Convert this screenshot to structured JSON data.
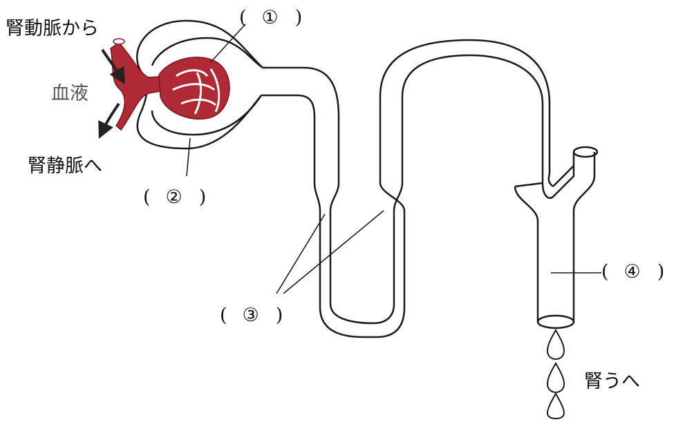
{
  "labels": {
    "renal_artery": "腎動脈から",
    "blood": "血液",
    "renal_vein": "腎静脈へ",
    "to_ureter": "腎うへ"
  },
  "blanks": [
    {
      "open": "(",
      "num": "①",
      "close": ")"
    },
    {
      "open": "(",
      "num": "②",
      "close": ")"
    },
    {
      "open": "(",
      "num": "③",
      "close": ")"
    },
    {
      "open": "(",
      "num": "④",
      "close": ")"
    }
  ],
  "colors": {
    "vessel": "#b02a36",
    "vessel_dark": "#7a1520",
    "tube_stroke": "#1a1a1a",
    "arrow": "#222222"
  }
}
